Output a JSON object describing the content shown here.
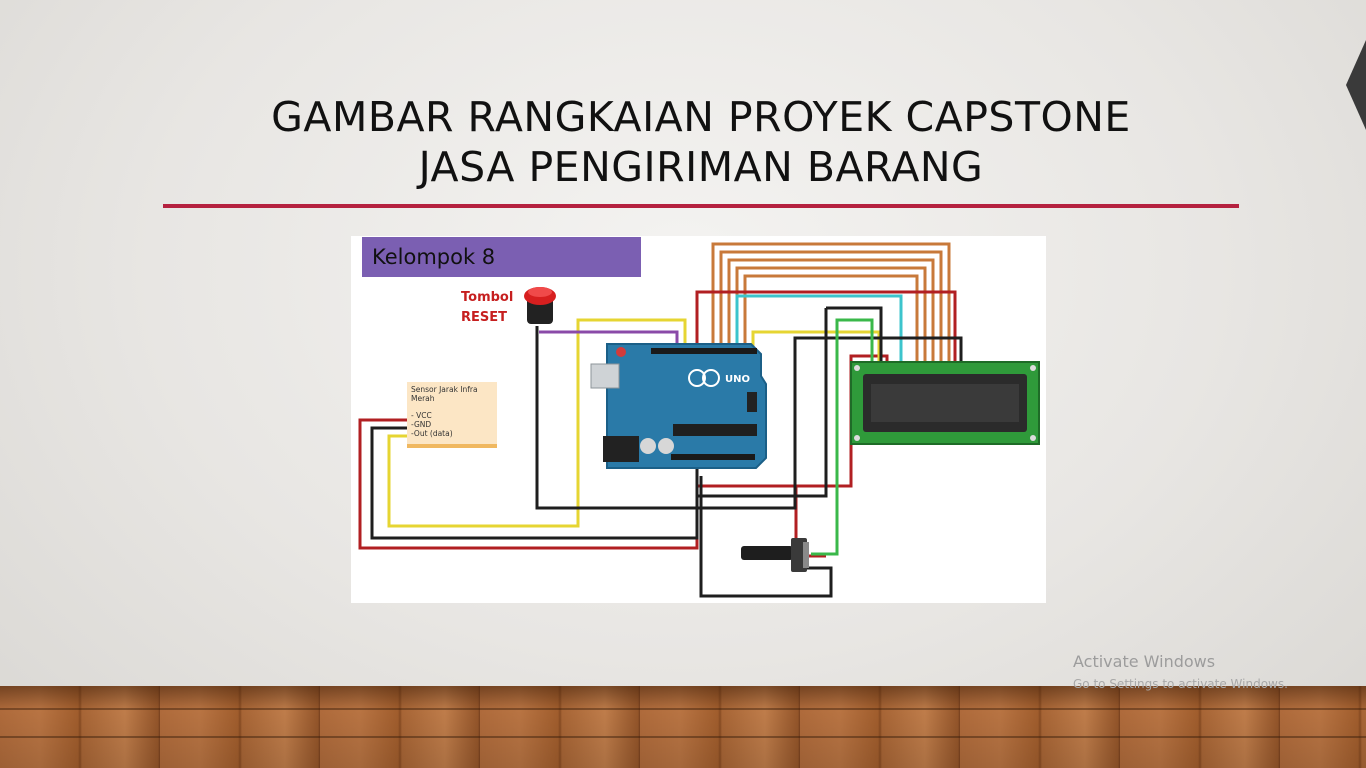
{
  "slide": {
    "title_line1": "GAMBAR RANGKAIAN PROYEK CAPSTONE",
    "title_line2": "JASA PENGIRIMAN BARANG",
    "accent_color": "#b5213f"
  },
  "diagram": {
    "group_label": "Kelompok 8",
    "group_label_color": "#7b5fb2",
    "reset_label_line1": "Tombol",
    "reset_label_line2": "RESET",
    "board_text": "UNO",
    "sensor_note": {
      "title": "Sensor Jarak Infra Merah",
      "pins": [
        "- VCC",
        "-GND",
        "-Out (data)"
      ]
    },
    "icons": [
      "push-button-icon",
      "arduino-uno-board-icon",
      "lcd-display-icon",
      "potentiometer-icon"
    ]
  },
  "watermark": {
    "line1": "Activate Windows",
    "line2": "Go to Settings to activate Windows."
  }
}
